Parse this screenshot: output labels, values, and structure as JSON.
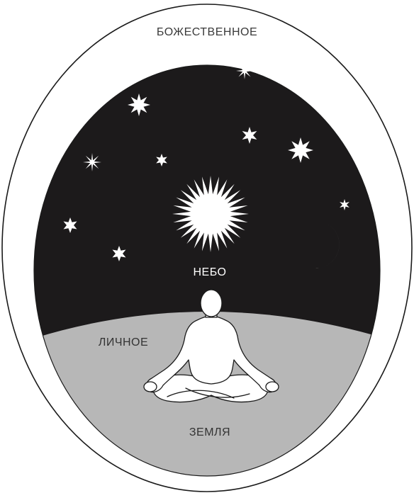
{
  "labels": {
    "divine": "БОЖЕСТВЕННОЕ",
    "sky": "НЕБО",
    "personal": "ЛИЧНОЕ",
    "earth": "ЗЕМЛЯ"
  },
  "colors": {
    "outer_ring": "#ffffff",
    "sky": "#1c1a1b",
    "earth": "#b7b7b7",
    "stars": "#ffffff",
    "figure_fill": "#ffffff",
    "outline": "#1a1a1a"
  },
  "icons": {
    "sun": "sun-icon",
    "moon": "crescent-moon-icon",
    "stars": "star-icon",
    "figure": "meditating-person-icon"
  }
}
